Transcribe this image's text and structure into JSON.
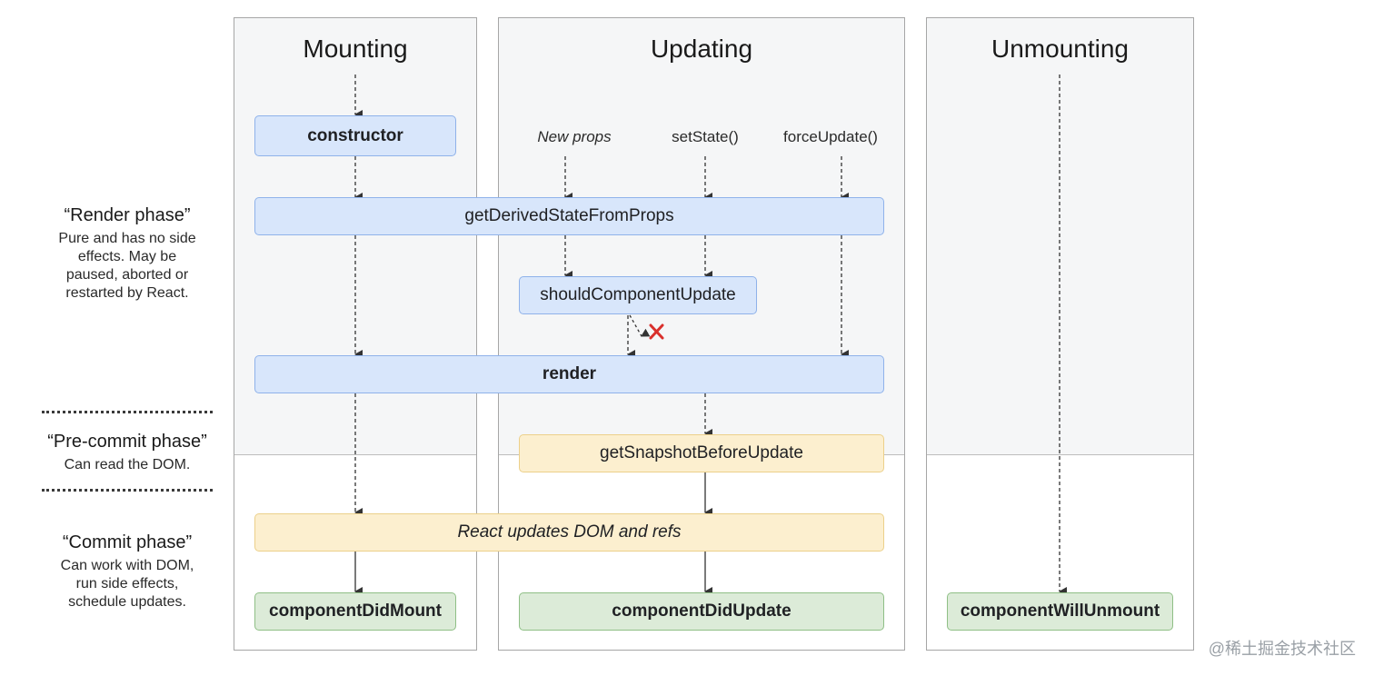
{
  "columns": {
    "mounting": "Mounting",
    "updating": "Updating",
    "unmounting": "Unmounting"
  },
  "triggers": {
    "new_props": "New props",
    "set_state": "setState()",
    "force_update": "forceUpdate()"
  },
  "methods": {
    "constructor": "constructor",
    "get_derived_state": "getDerivedStateFromProps",
    "should_component_update": "shouldComponentUpdate",
    "render": "render",
    "get_snapshot": "getSnapshotBeforeUpdate",
    "react_updates": "React updates DOM and refs",
    "component_did_mount": "componentDidMount",
    "component_did_update": "componentDidUpdate",
    "component_will_unmount": "componentWillUnmount"
  },
  "phases": {
    "render": {
      "title": "“Render phase”",
      "desc": "Pure and has no side\neffects. May be\npaused, aborted or\nrestarted by React."
    },
    "precommit": {
      "title": "“Pre-commit phase”",
      "desc": "Can read the DOM."
    },
    "commit": {
      "title": "“Commit phase”",
      "desc": "Can work with DOM,\nrun side effects,\nschedule updates."
    }
  },
  "watermark": "@稀土掘金技术社区",
  "colors": {
    "blue_fill": "#d8e6fb",
    "yellow_fill": "#fcefcf",
    "green_fill": "#dcebd8",
    "cancel_red": "#d9302c"
  }
}
